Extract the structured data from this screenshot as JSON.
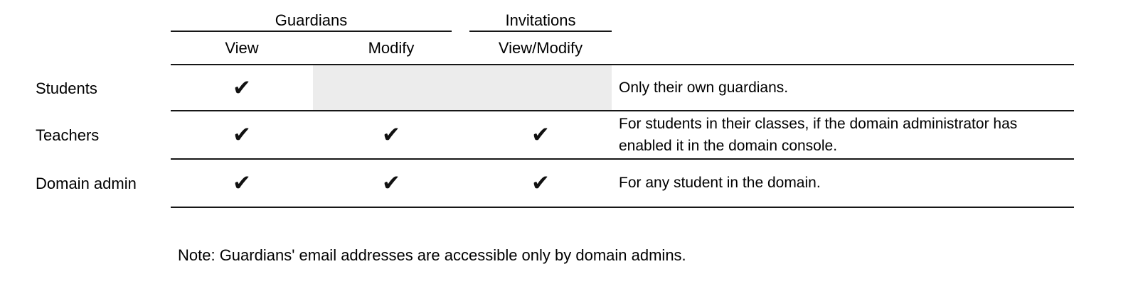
{
  "table": {
    "col_groups": [
      {
        "label": "Guardians",
        "span": 2
      },
      {
        "label": "Invitations",
        "span": 1
      }
    ],
    "sub_headers": [
      "View",
      "Modify",
      "View/Modify"
    ],
    "rows": [
      {
        "label": "Students",
        "checks": [
          "✔",
          "",
          ""
        ],
        "note": "Only their own guardians."
      },
      {
        "label": "Teachers",
        "checks": [
          "✔",
          "✔",
          "✔"
        ],
        "note": "For students in their classes, if the domain administrator has enabled it in the domain console."
      },
      {
        "label": "Domain admin",
        "checks": [
          "✔",
          "✔",
          "✔"
        ],
        "note": "For any student in the domain."
      }
    ]
  },
  "footnote": "Note: Guardians' email addresses are accessible only by domain admins."
}
